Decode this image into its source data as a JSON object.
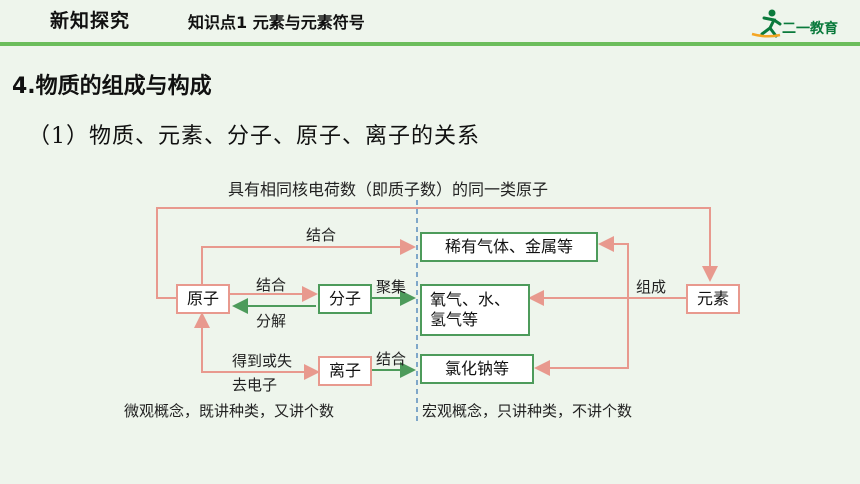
{
  "header": {
    "title": "新知探究",
    "subtitle": "知识点1  元素与元素符号",
    "logo_text": "二一教育"
  },
  "section_title": "4.物质的组成与构成",
  "subsection_title": "（1）物质、元素、分子、原子、离子的关系",
  "diagram": {
    "top_label": "具有相同核电荷数（即质子数）的同一类原子",
    "nodes": {
      "atom": "原子",
      "molecule": "分子",
      "ion": "离子",
      "element": "元素",
      "noble": "稀有气体、金属等",
      "oxygen_line1": "氧气、水、",
      "oxygen_line2": "氢气等",
      "salt": "氯化钠等"
    },
    "edges": {
      "combine_top": "结合",
      "combine_mid": "结合",
      "decompose": "分解",
      "gather": "聚集",
      "gain_lose_1": "得到或失",
      "gain_lose_2": "去电子",
      "combine_ion": "结合",
      "compose": "组成"
    },
    "footer_left": "微观概念，既讲种类，又讲个数",
    "footer_right": "宏观概念，只讲种类，不讲个数"
  },
  "colors": {
    "background": "#eef5ec",
    "pink": "#e8998e",
    "green": "#4d9b5b",
    "dashed_divider": "#7fa7c9",
    "header_bar": "#6bbd5b"
  }
}
